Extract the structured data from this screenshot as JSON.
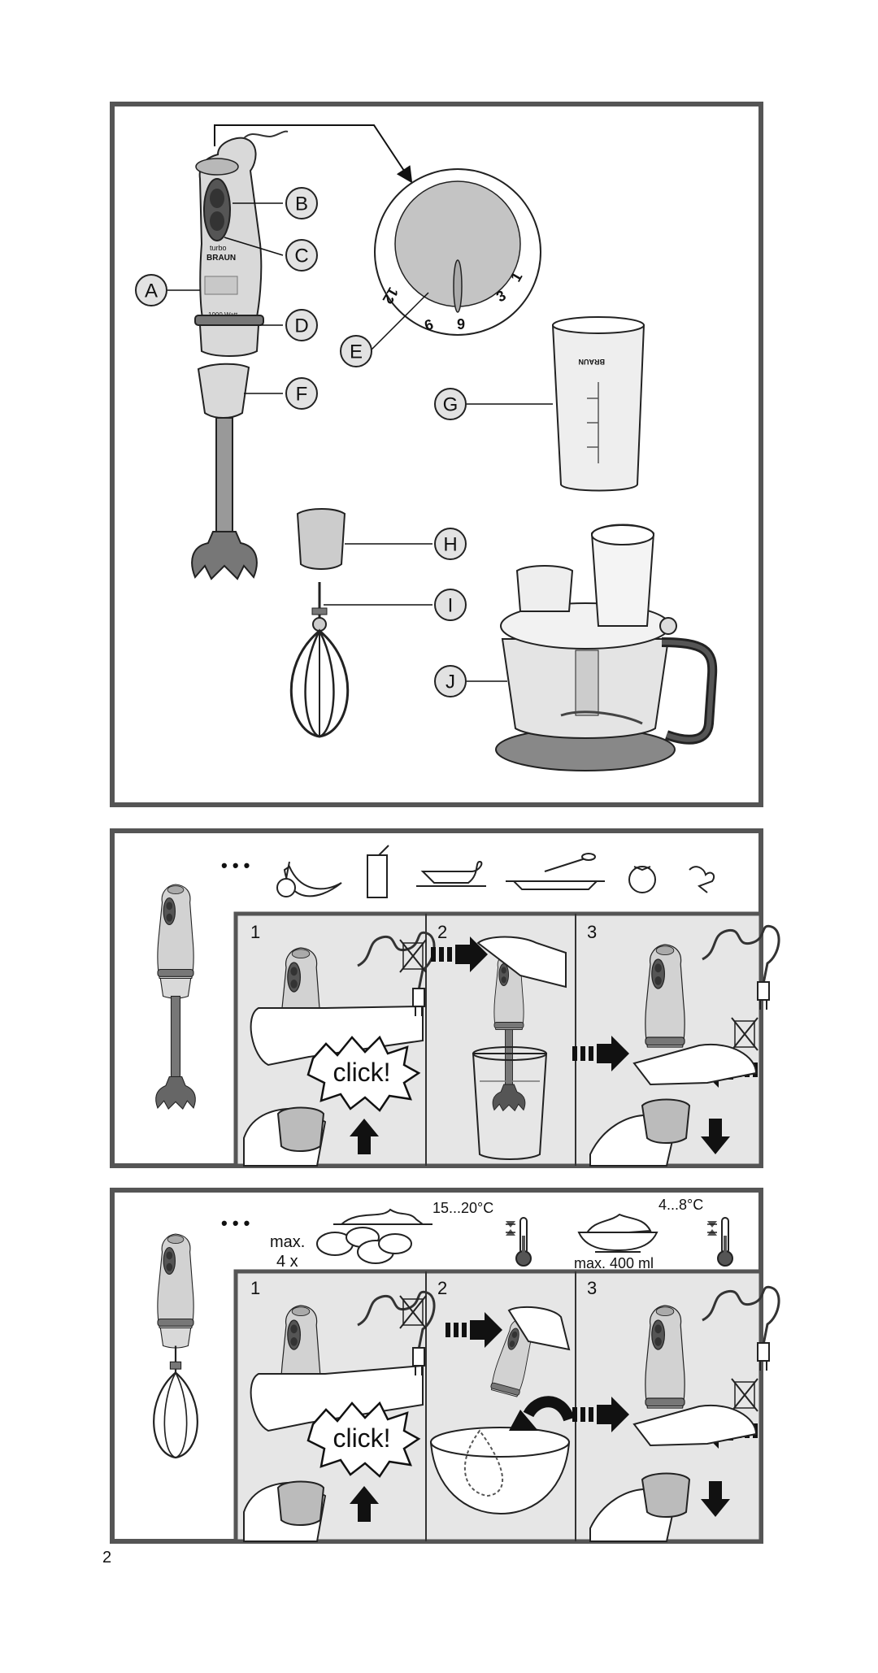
{
  "figure1": {
    "labels": [
      "A",
      "B",
      "C",
      "D",
      "E",
      "F",
      "G",
      "H",
      "I",
      "J"
    ],
    "device_text": {
      "turbo": "turbo",
      "brand": "BRAUN",
      "watt": "1000 Watt"
    },
    "beaker_brand": "BRAUN",
    "dial_numbers": [
      "1",
      "3",
      "6",
      "9",
      "12"
    ]
  },
  "panel2": {
    "dots": "• • •",
    "steps": [
      "1",
      "2",
      "3"
    ],
    "click_text": "click!"
  },
  "panel3": {
    "dots": "• • •",
    "eggs_text": "max.",
    "eggs_count": "4 x",
    "temp1": "15...20°C",
    "temp2": "4...8°C",
    "cream_text": "max. 400 ml",
    "steps": [
      "1",
      "2",
      "3"
    ],
    "click_text": "click!"
  },
  "page_number": "2"
}
